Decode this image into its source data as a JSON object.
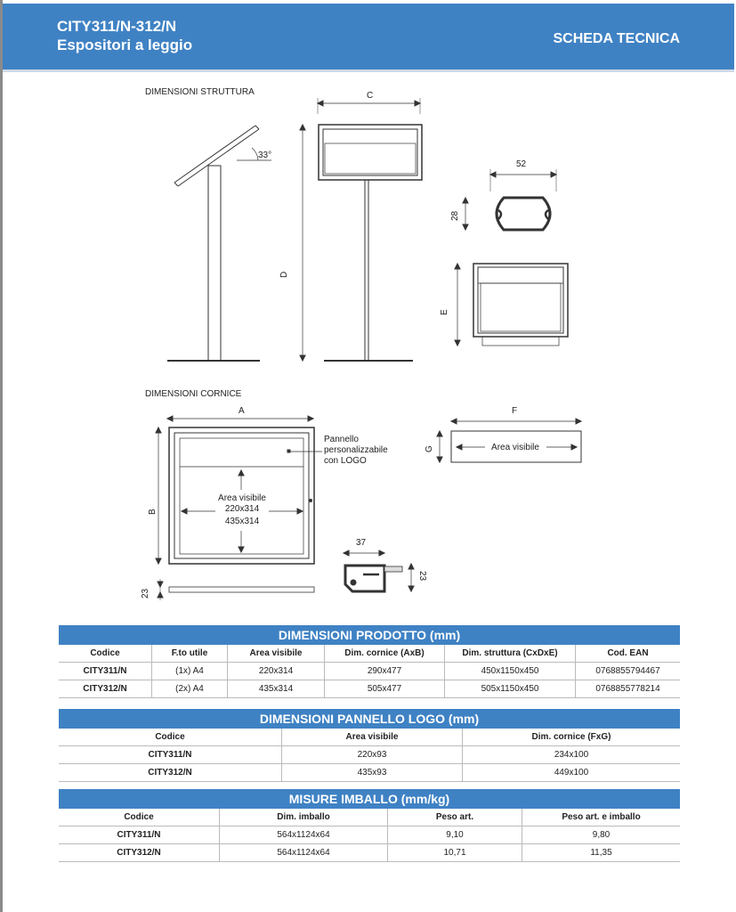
{
  "header": {
    "title_line1": "CITY311/N-312/N",
    "title_line2": "Espositori a leggio",
    "right": "SCHEDA TECNICA"
  },
  "drawing": {
    "struct_label": "DIMENSIONI STRUTTURA",
    "frame_label": "DIMENSIONI CORNICE",
    "dim_c": "C",
    "dim_d": "D",
    "dim_e": "E",
    "dim_52": "52",
    "dim_28": "28",
    "angle": "33°",
    "dim_a": "A",
    "dim_b": "B",
    "dim_f": "F",
    "dim_g": "G",
    "dim_23a": "23",
    "dim_37": "37",
    "dim_23b": "23",
    "area_visibile": "Area visibile",
    "area_line2": "220x314",
    "area_line3": "435x314",
    "pannello_1": "Pannello",
    "pannello_2": "personalizzabile",
    "pannello_3": "con LOGO",
    "area_visibile_f": "Area visibile"
  },
  "t1": {
    "title": "DIMENSIONI PRODOTTO (mm)",
    "headers": [
      "Codice",
      "F.to utile",
      "Area visibile",
      "Dim. cornice (AxB)",
      "Dim. struttura (CxDxE)",
      "Cod. EAN"
    ],
    "rows": [
      [
        "CITY311/N",
        "(1x) A4",
        "220x314",
        "290x477",
        "450x1150x450",
        "0768855794467"
      ],
      [
        "CITY312/N",
        "(2x) A4",
        "435x314",
        "505x477",
        "505x1150x450",
        "0768855778214"
      ]
    ]
  },
  "t2": {
    "title": "DIMENSIONI PANNELLO LOGO (mm)",
    "headers": [
      "Codice",
      "Area visibile",
      "Dim. cornice (FxG)"
    ],
    "rows": [
      [
        "CITY311/N",
        "220x93",
        "234x100"
      ],
      [
        "CITY312/N",
        "435x93",
        "449x100"
      ]
    ]
  },
  "t3": {
    "title": "MISURE IMBALLO (mm/kg)",
    "headers": [
      "Codice",
      "Dim. imballo",
      "Peso art.",
      "Peso art. e imballo"
    ],
    "rows": [
      [
        "CITY311/N",
        "564x1124x64",
        "9,10",
        "9,80"
      ],
      [
        "CITY312/N",
        "564x1124x64",
        "10,71",
        "11,35"
      ]
    ]
  }
}
